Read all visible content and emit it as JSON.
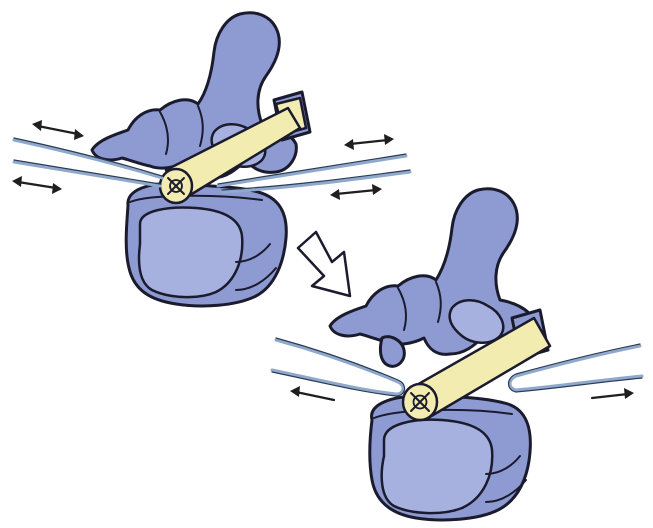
{
  "colors": {
    "bone": "#8e9bd2",
    "bone_shade": "#a6b1e0",
    "outline": "#1b1b2e",
    "cord": "#f3ecb0",
    "wire": "#8fa9cc",
    "background": "#ffffff"
  },
  "figure": {
    "panels": [
      "before-reduction",
      "after-reduction"
    ],
    "transition_arrow": "hollow-arrow-down-right"
  }
}
